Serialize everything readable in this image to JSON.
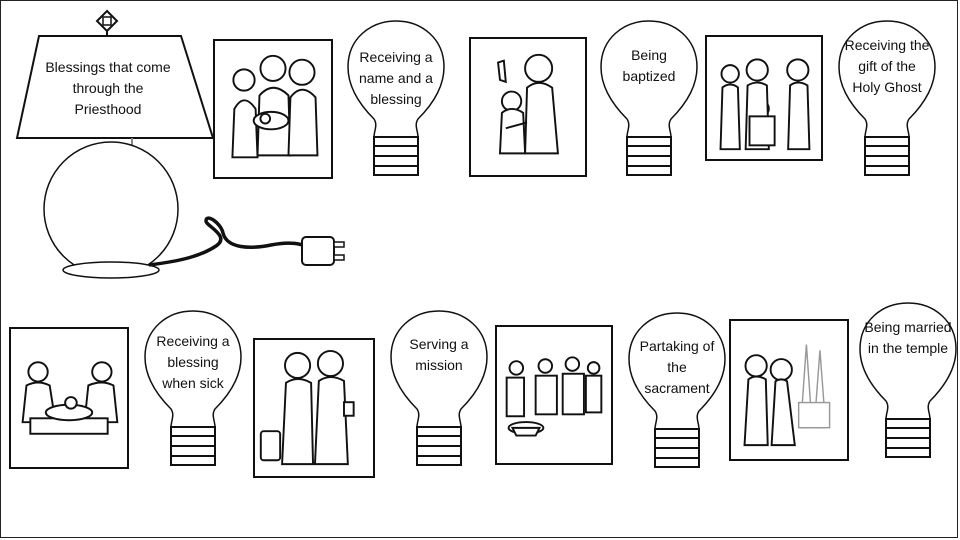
{
  "lamp": {
    "shade_text": "Blessings that come through the Priesthood"
  },
  "bulbs": [
    {
      "label": "Receiving a name and a blessing"
    },
    {
      "label": "Being baptized"
    },
    {
      "label": "Receiving the gift of the Holy Ghost"
    },
    {
      "label": "Receiving a blessing when sick"
    },
    {
      "label": "Serving a mission"
    },
    {
      "label": "Partaking of the sacrament"
    },
    {
      "label": "Being married in the temple"
    }
  ],
  "icons": {
    "lamp": "table-lamp-icon",
    "bulb": "light-bulb-icon",
    "plug": "electric-plug-icon"
  }
}
